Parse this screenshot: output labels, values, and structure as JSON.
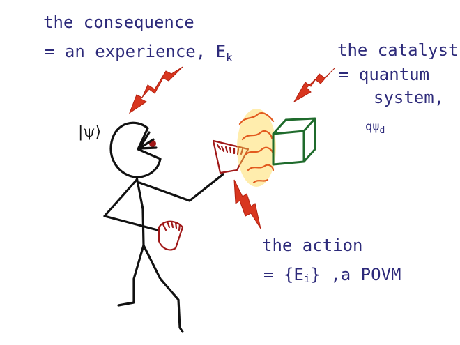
{
  "consequence": {
    "line1": "the consequence",
    "line2": "= an experience, E",
    "subscript": "k"
  },
  "catalyst": {
    "line1": "the catalyst",
    "line2": "= quantum",
    "line3": "system,",
    "state_label": "ψ",
    "state_prefix": "q",
    "state_subscript": "d"
  },
  "action": {
    "line1": "the action",
    "line2_prefix": "= {E",
    "line2_subscript": "i",
    "line2_suffix": "} ,a POVM"
  },
  "agent": {
    "state_ket": "|ψ⟩"
  },
  "colors": {
    "text": "#2d2a7a",
    "bolt": "#d8361f",
    "meter": "#a01818",
    "cube": "#1f6b2c",
    "glow": "#ffd84a"
  }
}
